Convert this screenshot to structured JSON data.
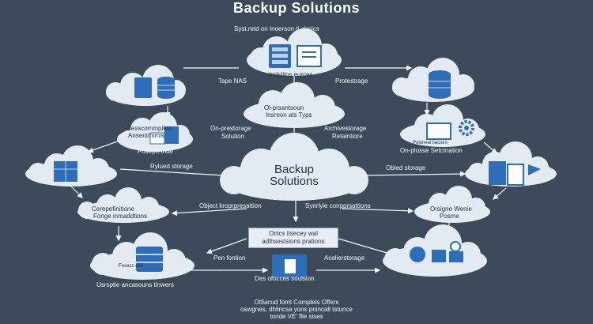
{
  "title": "Backup Solutions",
  "subtitle": "Syst.retd on Inoerson ti olarics",
  "center": {
    "line1": "Backup",
    "line2": "Solutions"
  },
  "labels": {
    "top_node": "Indstiins eurces",
    "tape_nas": "Tape NAS",
    "protestrage": "Protestrage",
    "mid_top_1": "Oi-prsantsoun",
    "mid_top_2": "Insreon ats Typs",
    "on_prestorage_1": "On-prestorage",
    "on_prestorage_2": "Solution",
    "archive_1": "Archivestorage",
    "archive_2": "Retaintiore",
    "left_small_1": "Cesscommpiles",
    "left_small_2": "Ansentmimis",
    "poseph": "Poseph tride",
    "right_small_inner": "Poloneal liactors",
    "on_plusse": "On-plusse Setctnation",
    "hybrid": "Rylued storage",
    "object_storage": "Obled storage",
    "left_mid_1": "Cerepefinitione",
    "left_mid_2": "Fonge inmaddtions",
    "object_proc": "Object kroprpresattion",
    "sync": "Synrlyie conpprsattions",
    "right_mid_1": "Orsigne Wenie",
    "right_mid_2": "Posme",
    "box_1": "Onics itsecey wal",
    "box_2": "adlhsestsions prations",
    "pen": "Pen fontion",
    "accel": "Acelierstorage",
    "bottom_left_inner": "Fosecs 485",
    "bottom_center": "Des ofocces soulsion",
    "bottom_left_caption": "Usrsptie ancasouns tinwers",
    "footer_1": "Otfiacud fomt Complels Offers",
    "footer_2": "oswgnes, dhlincsa yons pnincall tstunce",
    "footer_3": "tonde VE' flie sises"
  },
  "colors": {
    "background": "#3c4a5a",
    "cloud": "#e3eaf1",
    "icon_blue": "#2f6db6",
    "connector": "#f2f5f8"
  }
}
